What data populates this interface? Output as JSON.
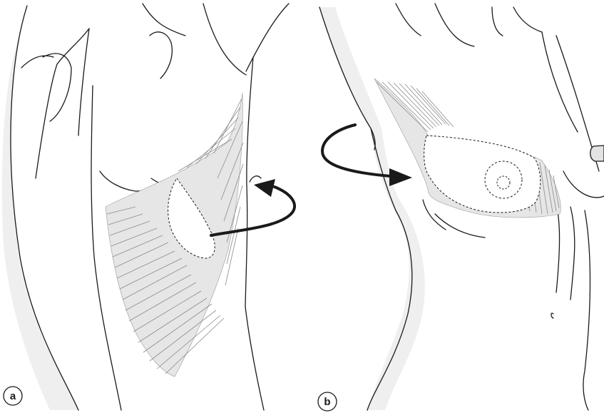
{
  "panels": [
    {
      "id": "a",
      "label": "a"
    },
    {
      "id": "b",
      "label": "b"
    }
  ],
  "colors": {
    "outline": "#1a1a1a",
    "flap_fill": "#e3e3e3",
    "muscle_fibers": "#9a9a9a",
    "shading": "#efefef",
    "arrow": "#1a1a1a"
  }
}
